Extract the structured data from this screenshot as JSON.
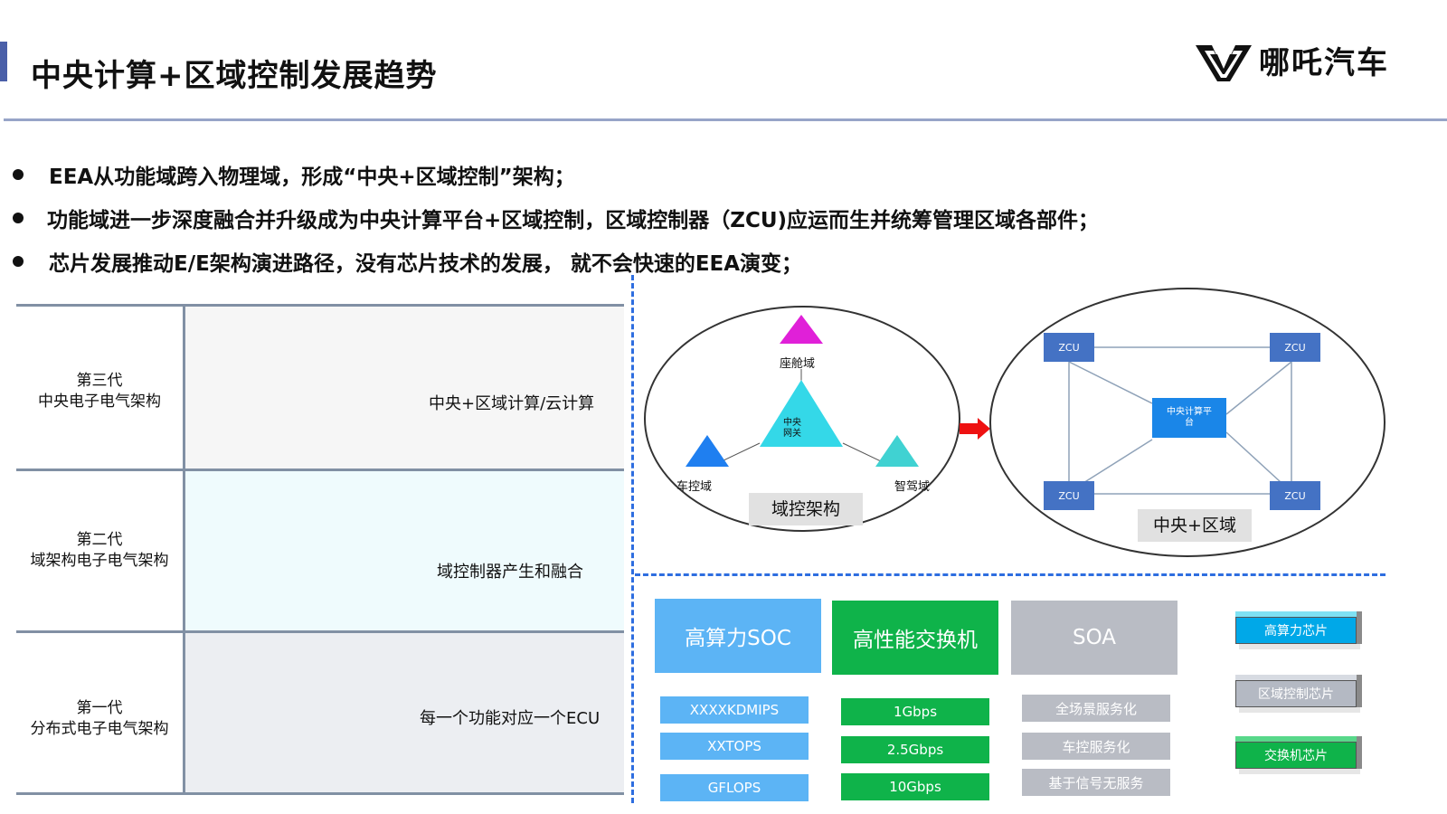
{
  "header": {
    "title": "中央计算+区域控制发展趋势",
    "logo_text": "哪吒汽车"
  },
  "bullets": [
    "EEA从功能域跨入物理域，形成“中央+区域控制”架构；",
    "功能域进一步深度融合并升级成为中央计算平台+区域控制，区域控制器（ZCU)应运而生并统筹管理区域各部件；",
    "芯片发展推动E/E架构演进路径，没有芯片技术的发展，  就不会快速的EEA演变；"
  ],
  "generations": [
    {
      "label_line1": "第三代",
      "label_line2": "中央电子电气架构",
      "desc": "中央+区域计算/云计算"
    },
    {
      "label_line1": "第二代",
      "label_line2": "域架构电子电气架构",
      "desc": "域控制器产生和融合"
    },
    {
      "label_line1": "第一代",
      "label_line2": "分布式电子电气架构",
      "desc": "每一个功能对应一个ECU"
    }
  ],
  "domain_diagram": {
    "top": "座舱域",
    "center_line1": "中央",
    "center_line2": "网关",
    "left": "车控域",
    "right": "智驾域",
    "caption": "域控架构"
  },
  "zonal_diagram": {
    "zcu_label": "ZCU",
    "center_line1": "中央计算平",
    "center_line2": "台",
    "caption": "中央+区域"
  },
  "categories": [
    {
      "title": "高算力SOC",
      "items": [
        "XXXXKDMIPS",
        "XXTOPS",
        "GFLOPS"
      ]
    },
    {
      "title": "高性能交换机",
      "items": [
        "1Gbps",
        "2.5Gbps",
        "10Gbps"
      ]
    },
    {
      "title": "SOA",
      "items": [
        "全场景服务化",
        "车控服务化",
        "基于信号无服务"
      ]
    }
  ],
  "chips": [
    "高算力芯片",
    "区域控制芯片",
    "交换机芯片"
  ],
  "colors": {
    "accent_blue": "#2e6ee0",
    "soc_blue": "#5cb4f5",
    "switch_green": "#0fb34a",
    "soa_gray": "#b9bcc4",
    "triangle_magenta": "#e020d8",
    "triangle_cyan": "#34d8e8",
    "triangle_blue": "#1f7ff0",
    "triangle_teal": "#40d2d2",
    "arrow_red": "#ee1111"
  }
}
